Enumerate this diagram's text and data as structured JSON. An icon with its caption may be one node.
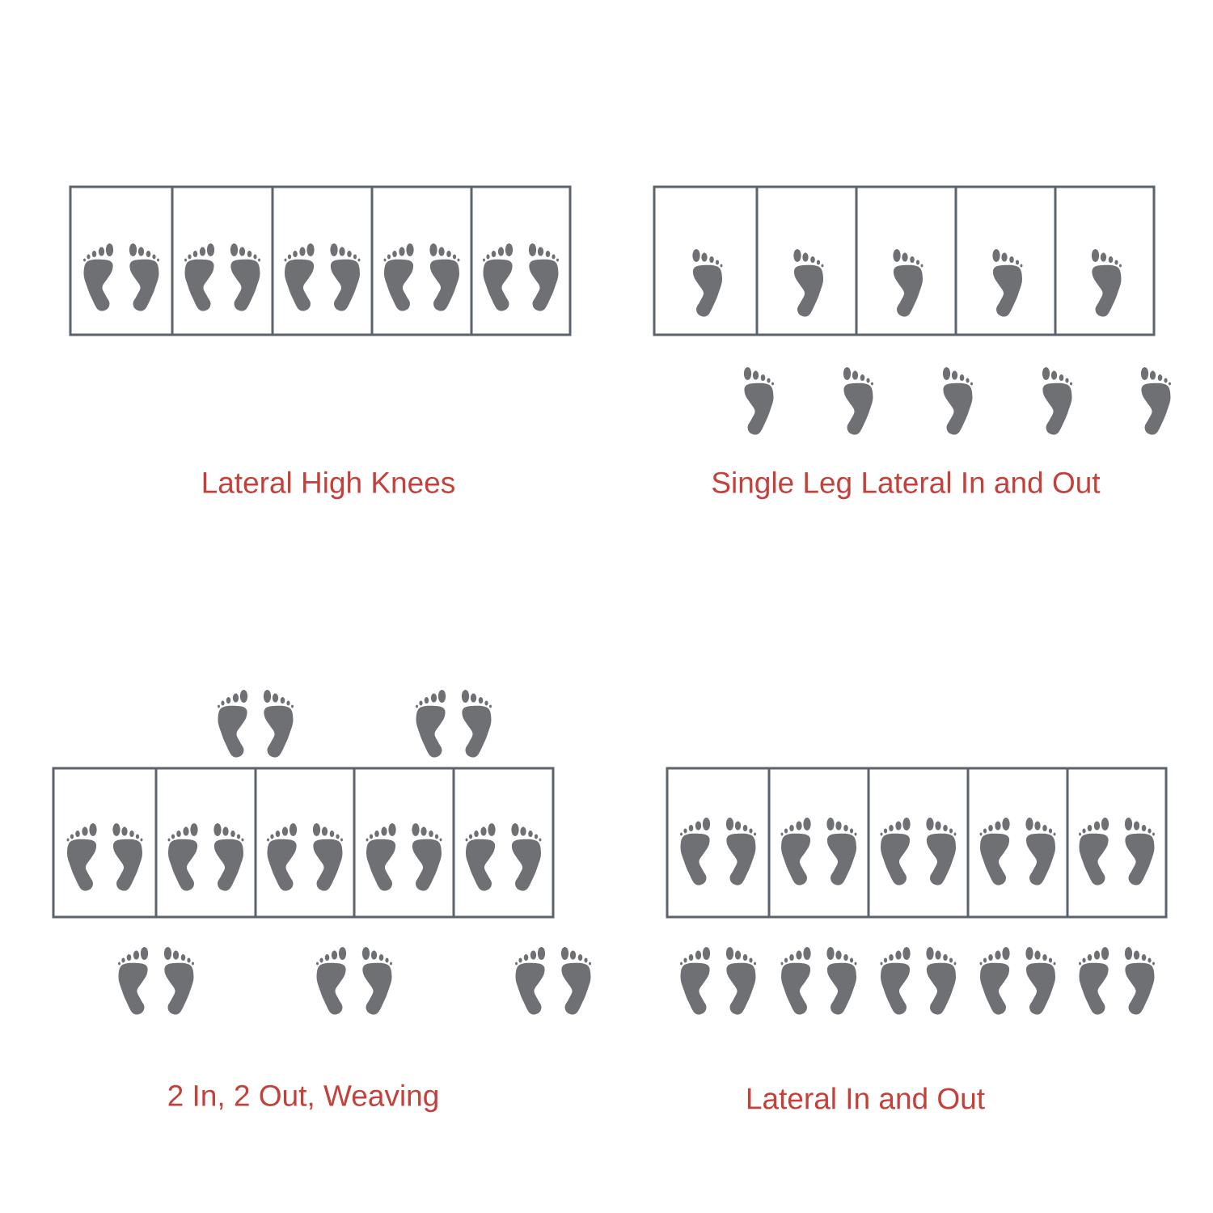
{
  "diagram": {
    "labels": [
      "Lateral High Knees",
      "Single Leg Lateral In and Out",
      "2 In, 2 Out, Weaving",
      "Lateral In and Out"
    ]
  }
}
